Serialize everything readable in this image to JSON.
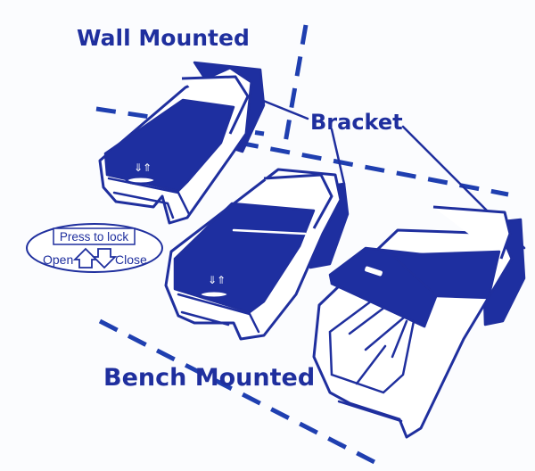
{
  "labels": {
    "wall_mounted": "Wall Mounted",
    "bracket": "Bracket",
    "bench_mounted": "Bench Mounted"
  },
  "lock_legend": {
    "title": "Press to lock",
    "open": "Open",
    "close": "Close"
  },
  "colors": {
    "ink": "#1f2f9e",
    "fill": "#1e2fa0",
    "paper": "#fbfcfe"
  }
}
